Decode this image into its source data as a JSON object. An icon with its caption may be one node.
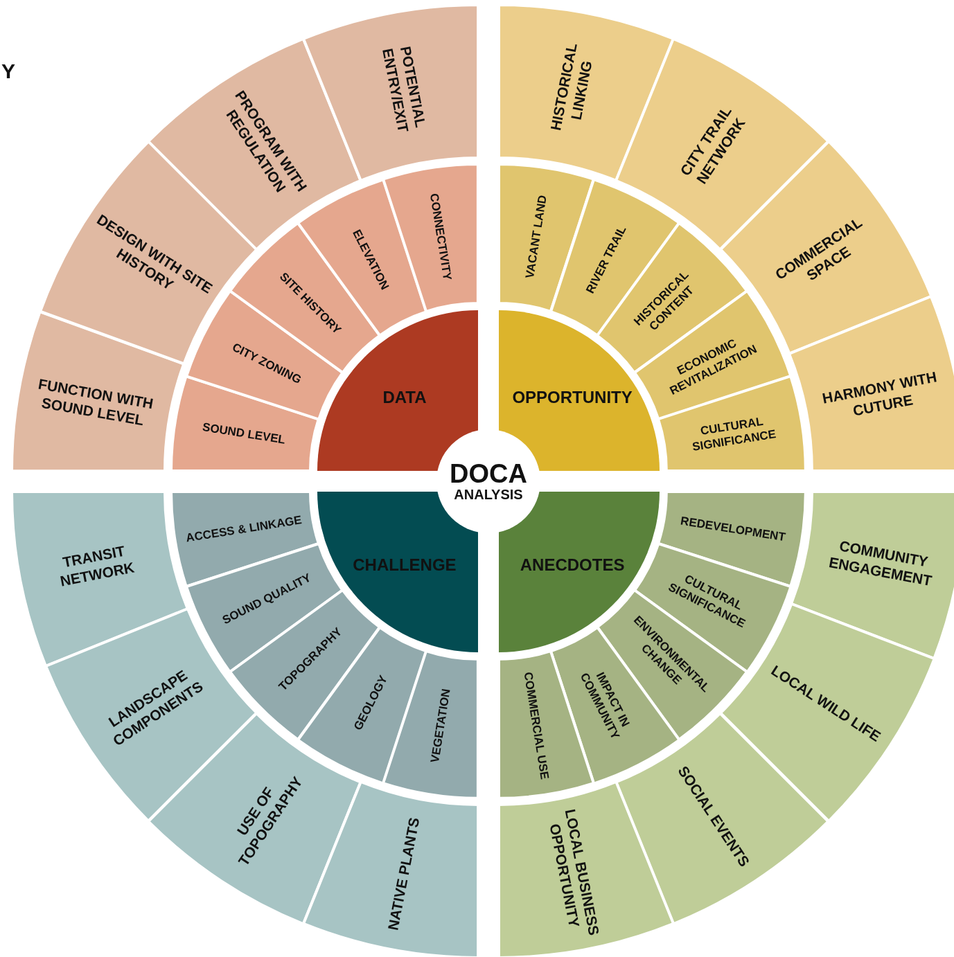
{
  "diagram": {
    "nodes": [
      {
        "text": [
          "DOCA",
          "ANALYSIS"
        ]
      },
      {
        "text": [
          "DATA"
        ]
      },
      {
        "text": [
          "SOUND LEVEL"
        ]
      },
      {
        "text": [
          "CITY ZONING"
        ]
      },
      {
        "text": [
          "SITE HISTORY"
        ]
      },
      {
        "text": [
          "ELEVATION"
        ]
      },
      {
        "text": [
          "CONNECTIVITY"
        ]
      },
      {
        "text": [
          "FUNCTION WITH SOUND LEVEL"
        ]
      },
      {
        "text": [
          "DESIGN WITH SITE HISTORY"
        ]
      },
      {
        "text": [
          "PROGRAM WITH REGULATION"
        ]
      },
      {
        "text": [
          "POTENTIAL ENTRY/EXIT"
        ]
      },
      {
        "text": [
          "OPPORTUNITY"
        ]
      },
      {
        "text": [
          "VACANT LAND"
        ]
      },
      {
        "text": [
          "RIVER TRAIL"
        ]
      },
      {
        "text": [
          "HISTORICAL CONTENT"
        ]
      },
      {
        "text": [
          "ECONOMIC REVITALIZATION"
        ]
      },
      {
        "text": [
          "CULTURAL SIGNIFICANCE"
        ]
      },
      {
        "text": [
          "HISTORICAL LINKING"
        ]
      },
      {
        "text": [
          "CITY TRAIL NETWORK"
        ]
      },
      {
        "text": [
          "COMMERCIAL SPACE"
        ]
      },
      {
        "text": [
          "HARMONY WITH CUTURE"
        ]
      },
      {
        "text": [
          "CHALLENGE"
        ]
      },
      {
        "text": [
          "ACCESS & LINKAGE"
        ]
      },
      {
        "text": [
          "SOUND QUALITY"
        ]
      },
      {
        "text": [
          "TOPOGRAPHY"
        ]
      },
      {
        "text": [
          "GEOLOGY"
        ]
      },
      {
        "text": [
          "VEGETATION"
        ]
      },
      {
        "text": [
          "TRANSIT NETWORK"
        ]
      },
      {
        "text": [
          "LANDSCAPE COMPONENTS"
        ]
      },
      {
        "text": [
          "USE OF TOPOGRAPHY"
        ]
      },
      {
        "text": [
          "NATIVE PLANTS"
        ]
      },
      {
        "text": [
          "ANECDOTES"
        ]
      },
      {
        "text": [
          "REDEVELOPMENT"
        ]
      },
      {
        "text": [
          "CULTURAL SIGNIFICANCE"
        ]
      },
      {
        "text": [
          "ENVIRONMENTAL CHANGE"
        ]
      },
      {
        "text": [
          "IMPACT IN COMMUNITY"
        ]
      },
      {
        "text": [
          "COMMERCIAL USE"
        ]
      },
      {
        "text": [
          "COMMUNITY ENGAGEMENT"
        ]
      },
      {
        "text": [
          "LOCAL WILD LIFE"
        ]
      },
      {
        "text": [
          "SOCIAL EVENTS"
        ]
      },
      {
        "text": [
          "LOCAL BUSINESS OPPORTUNITY"
        ]
      }
    ],
    "labels": [
      "Y"
    ]
  }
}
